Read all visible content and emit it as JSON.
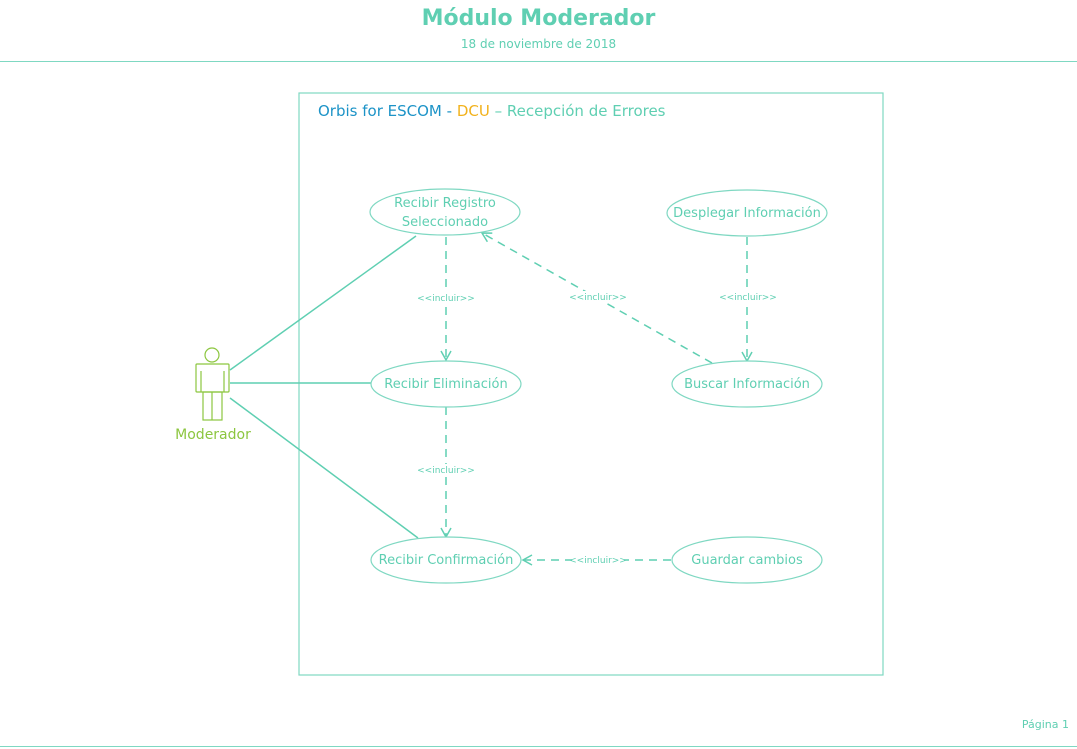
{
  "header": {
    "title": "Módulo Moderador",
    "date": "18 de noviembre de 2018"
  },
  "footer": {
    "page": "Página 1"
  },
  "system": {
    "title_part1": "Orbis for ESCOM - ",
    "title_part2": "DCU",
    "title_part3": " – Recepción de Errores"
  },
  "actor": {
    "name": "Moderador"
  },
  "use_cases": {
    "recibir_registro_line1": "Recibir Registro",
    "recibir_registro_line2": "Seleccionado",
    "desplegar_informacion": "Desplegar Información",
    "recibir_eliminacion": "Recibir Eliminación",
    "buscar_informacion": "Buscar Información",
    "recibir_confirmacion": "Recibir Confirmación",
    "guardar_cambios": "Guardar cambios"
  },
  "relations": {
    "include_label": "<<incluir>>"
  },
  "colors": {
    "primary": "#5fcfb2",
    "actor": "#8cc63f",
    "title_blue": "#1c93c7",
    "title_orange": "#f2b21d"
  }
}
